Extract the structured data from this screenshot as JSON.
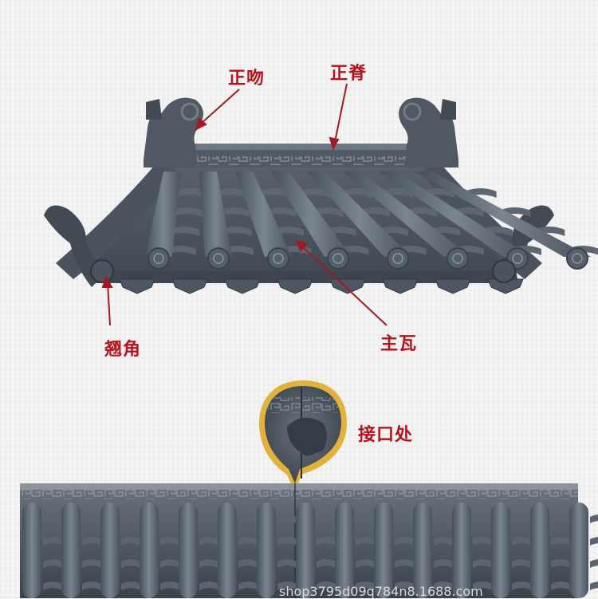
{
  "labels": {
    "zhengwen": "正吻",
    "zhengji": "正脊",
    "qiaojiao": "翘角",
    "zhuwa": "主瓦",
    "jiekou": "接口处"
  },
  "watermark": "shop3795d09q784n8.1688.com",
  "colors": {
    "label_red": "#b5121b",
    "tile_dark": "#4f5862",
    "tile_light": "#7b858f",
    "arrow_red": "#a11a22",
    "lens_gold": "#e2b23a"
  }
}
